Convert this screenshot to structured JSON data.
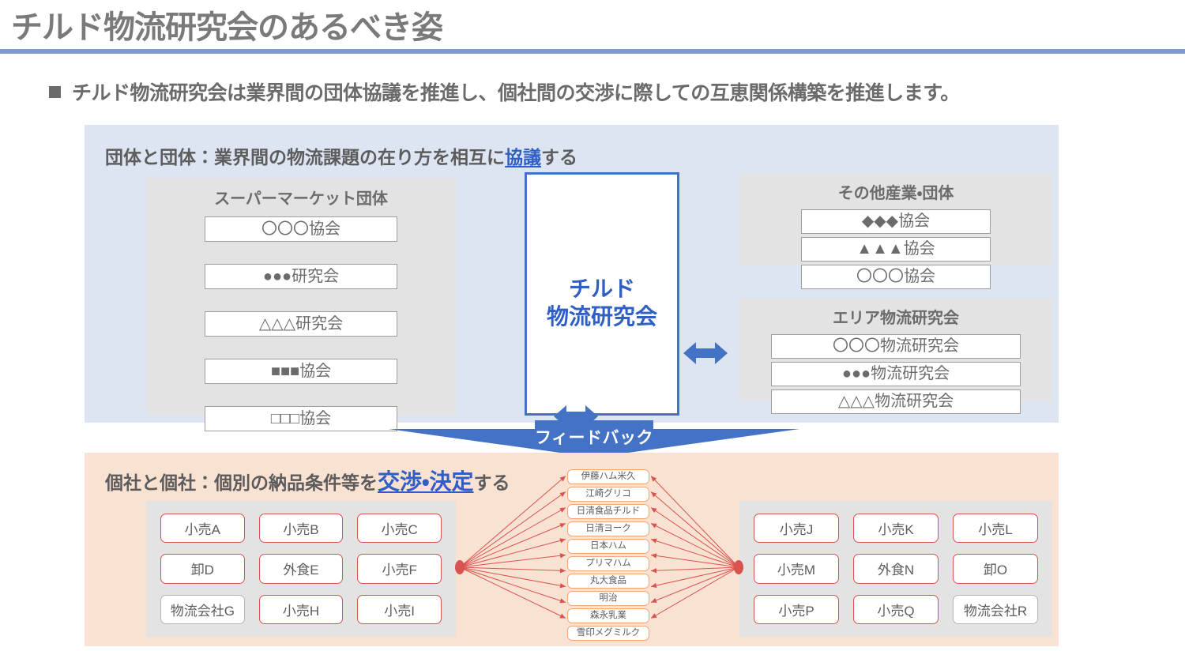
{
  "slide": {
    "title": "チルド物流研究会のあるべき姿",
    "subtitle": "チルド物流研究会は業界間の団体協議を推進し、個社間の交渉に際しての互恵関係構築を推進します。",
    "rule_color": "#7b9ad4"
  },
  "upper": {
    "heading_prefix": "団体と団体：業界間の物流課題の在り方を相互に",
    "heading_highlight": "協議",
    "heading_suffix": "する",
    "panel_color": "#dde5f2",
    "center_box": {
      "line1": "チルド",
      "line2": "物流研究会",
      "border_color": "#4472c4",
      "text_color": "#2f5fc4"
    },
    "groups": [
      {
        "id": "supermarket",
        "title": "スーパーマーケット団体",
        "items": [
          "〇〇〇協会",
          "●●●研究会",
          "△△△研究会",
          "■■■協会",
          "□□□協会"
        ]
      },
      {
        "id": "other-industry",
        "title": "その他産業・団体",
        "items": [
          "◆◆◆協会",
          "▲▲▲協会",
          "〇〇〇協会"
        ]
      },
      {
        "id": "area-logistics",
        "title": "エリア物流研究会",
        "items": [
          "〇〇〇物流研究会",
          "●●●物流研究会",
          "△△△物流研究会"
        ]
      }
    ],
    "arrow_color": "#4472c4"
  },
  "feedback": {
    "label": "フィードバック",
    "color": "#4472c4"
  },
  "lower": {
    "heading_prefix": "個社と個社：個別の納品条件等を",
    "heading_highlight": "交渉・決定",
    "heading_suffix": "する",
    "panel_color": "#fae2d3",
    "left_grid": [
      {
        "label": "小売A",
        "style": "red"
      },
      {
        "label": "小売B",
        "style": "red"
      },
      {
        "label": "小売C",
        "style": "red"
      },
      {
        "label": "卸D",
        "style": "red"
      },
      {
        "label": "外食E",
        "style": "red"
      },
      {
        "label": "小売F",
        "style": "red"
      },
      {
        "label": "物流会社G",
        "style": "neutral"
      },
      {
        "label": "小売H",
        "style": "red"
      },
      {
        "label": "小売I",
        "style": "red"
      }
    ],
    "right_grid": [
      {
        "label": "小売J",
        "style": "red"
      },
      {
        "label": "小売K",
        "style": "red"
      },
      {
        "label": "小売L",
        "style": "red"
      },
      {
        "label": "小売M",
        "style": "red"
      },
      {
        "label": "外食N",
        "style": "red"
      },
      {
        "label": "卸O",
        "style": "red"
      },
      {
        "label": "小売P",
        "style": "red"
      },
      {
        "label": "小売Q",
        "style": "red"
      },
      {
        "label": "物流会社R",
        "style": "neutral"
      }
    ],
    "makers": [
      "伊藤ハム米久",
      "江崎グリコ",
      "日清食品チルド",
      "日清ヨーク",
      "日本ハム",
      "プリマハム",
      "丸大食品",
      "明治",
      "森永乳業",
      "雪印メグミルク"
    ],
    "fan_color": "#d9534f",
    "maker_border_color": "#f0a878"
  }
}
